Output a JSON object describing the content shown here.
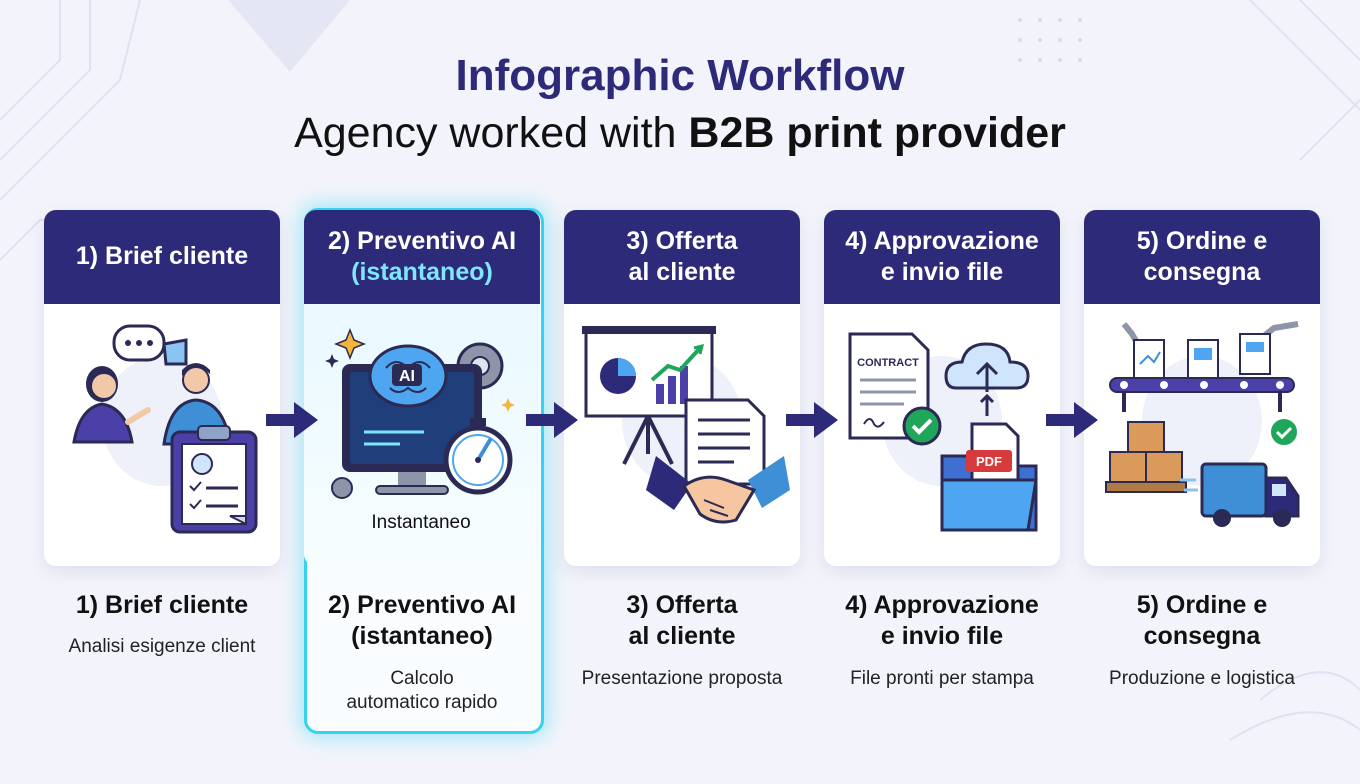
{
  "header": {
    "title": "Infographic Workflow",
    "subtitle_prefix": "Agency worked with",
    "subtitle_strong": "B2B print provider"
  },
  "colors": {
    "navy": "#2e2a7a",
    "highlight": "#35d3f1",
    "accent_text": "#7fe6ff",
    "check_green": "#1fa65a",
    "pdf_red": "#d63a3a"
  },
  "steps": [
    {
      "head_line1": "1) Brief cliente",
      "head_line2": "",
      "caption_line1": "1) Brief cliente",
      "caption_line2": "",
      "description": "Analisi esigenze client",
      "icon": "client-meeting-clipboard-icon"
    },
    {
      "head_line1": "2) Preventivo AI",
      "head_line2": "(istantaneo)",
      "caption_line1": "2) Preventivo AI",
      "caption_line2": "(istantaneo)",
      "description": "Calcolo automatico rapido",
      "icon": "ai-computer-stopwatch-icon",
      "ai_badge": "AI",
      "illustration_label": "Instantaneo"
    },
    {
      "head_line1": "3) Offerta",
      "head_line2": "al cliente",
      "caption_line1": "3) Offerta",
      "caption_line2": "al cliente",
      "description": "Presentazione proposta",
      "icon": "presentation-handshake-icon"
    },
    {
      "head_line1": "4) Approvazione",
      "head_line2": "e invio file",
      "caption_line1": "4) Approvazione",
      "caption_line2": "e invio file",
      "description": "File pronti per stampa",
      "icon": "contract-cloud-pdf-folder-icon",
      "contract_label": "CONTRACT",
      "pdf_label": "PDF"
    },
    {
      "head_line1": "5) Ordine e",
      "head_line2": "consegna",
      "caption_line1": "5) Ordine e",
      "caption_line2": "consegna",
      "description": "Produzione e logistica",
      "icon": "conveyor-boxes-truck-icon"
    }
  ]
}
